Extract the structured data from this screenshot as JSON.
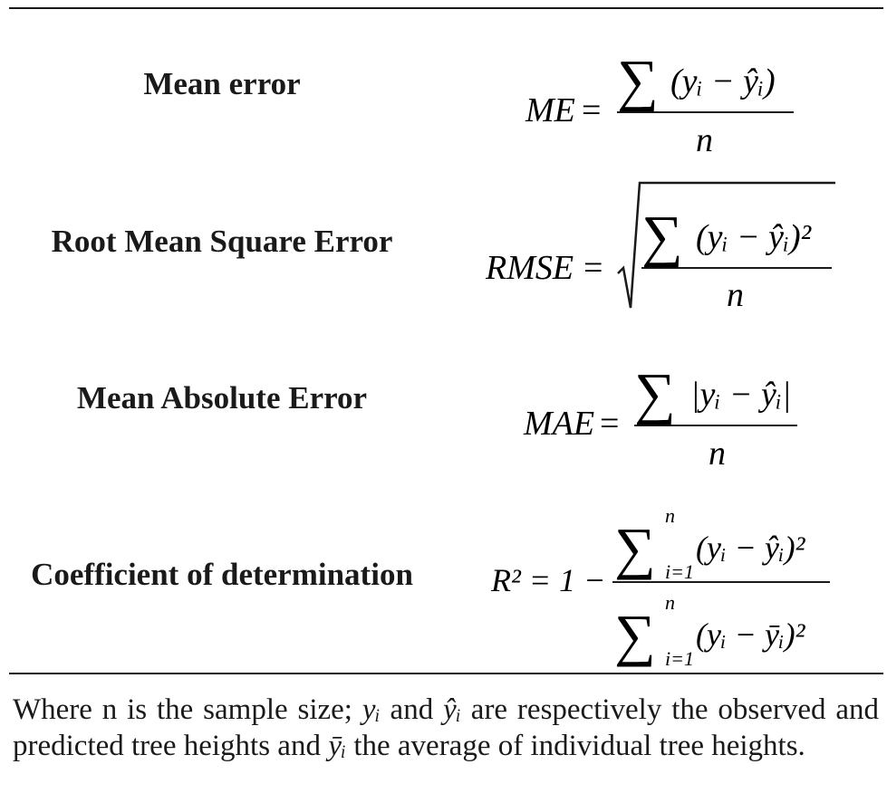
{
  "rows": [
    {
      "label": "Mean error",
      "lhs": "ME",
      "numerator_body": "(yᵢ − ŷᵢ)",
      "denominator": "n"
    },
    {
      "label": "Root Mean Square Error",
      "lhs": "RMSE",
      "numerator_body": "(yᵢ − ŷᵢ)²",
      "denominator": "n"
    },
    {
      "label": "Mean Absolute Error",
      "lhs": "MAE",
      "numerator_body": "|yᵢ − ŷᵢ|",
      "denominator": "n"
    },
    {
      "label": "Coefficient of determination",
      "lhs": "R² = 1 −",
      "sum_upper": "n",
      "sum_lower": "i=1",
      "numerator_body": "(yᵢ − ŷᵢ)²",
      "denominator_body": "(yᵢ − ȳᵢ)²"
    }
  ],
  "footnote": {
    "p1": "Where n is the sample size; ",
    "y_i": "yᵢ",
    "p2": " and ",
    "yhat_i": "ŷᵢ",
    "p3": " are respectively the observed and predicted tree heights and ",
    "ybar_i": "ȳᵢ",
    "p4": " the average of individual tree heights."
  }
}
